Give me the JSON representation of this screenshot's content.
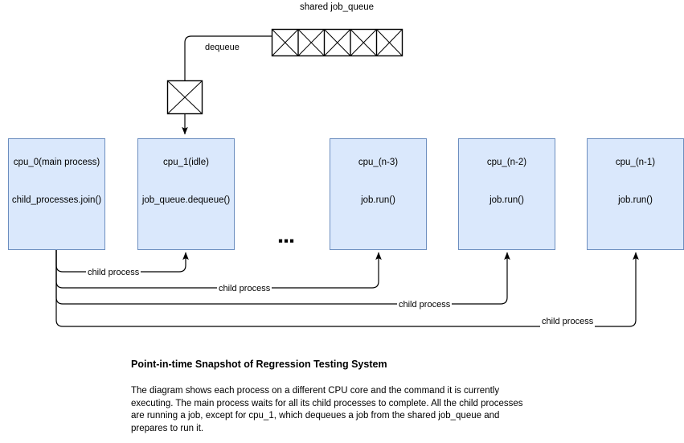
{
  "diagram": {
    "queue": {
      "label": "shared job_queue",
      "cells": 5
    },
    "edges": {
      "dequeue_label": "dequeue",
      "child_process_label": "child process",
      "child_process_labels": [
        "child process",
        "child process",
        "child process",
        "child process"
      ]
    },
    "ellipsis": "▪▪▪",
    "cpus": [
      {
        "id": "cpu_0",
        "title": "cpu_0(main process)",
        "command": "child_processes.join()",
        "has_job_glyph": false
      },
      {
        "id": "cpu_1",
        "title": "cpu_1(idle)",
        "command": "job_queue.dequeue()",
        "has_job_glyph": false
      },
      {
        "id": "cpu_n_3",
        "title": "cpu_(n-3)",
        "command": "job.run()",
        "has_job_glyph": true
      },
      {
        "id": "cpu_n_2",
        "title": "cpu_(n-2)",
        "command": "job.run()",
        "has_job_glyph": true
      },
      {
        "id": "cpu_n_1",
        "title": "cpu_(n-1)",
        "command": "job.run()",
        "has_job_glyph": true
      }
    ],
    "colors": {
      "box_fill": "#dae8fc",
      "box_stroke": "#6c8ebf",
      "line": "#000000",
      "glyph_stroke": "#333333",
      "background": "#ffffff"
    }
  },
  "caption": {
    "title": "Point-in-time Snapshot of Regression Testing System",
    "body": "The diagram shows each process on a different CPU core and the command it is currently executing. The main process waits for all its child processes to complete. All the child processes are running a job, except for cpu_1, which dequeues a job from the shared job_queue and prepares to run it."
  }
}
